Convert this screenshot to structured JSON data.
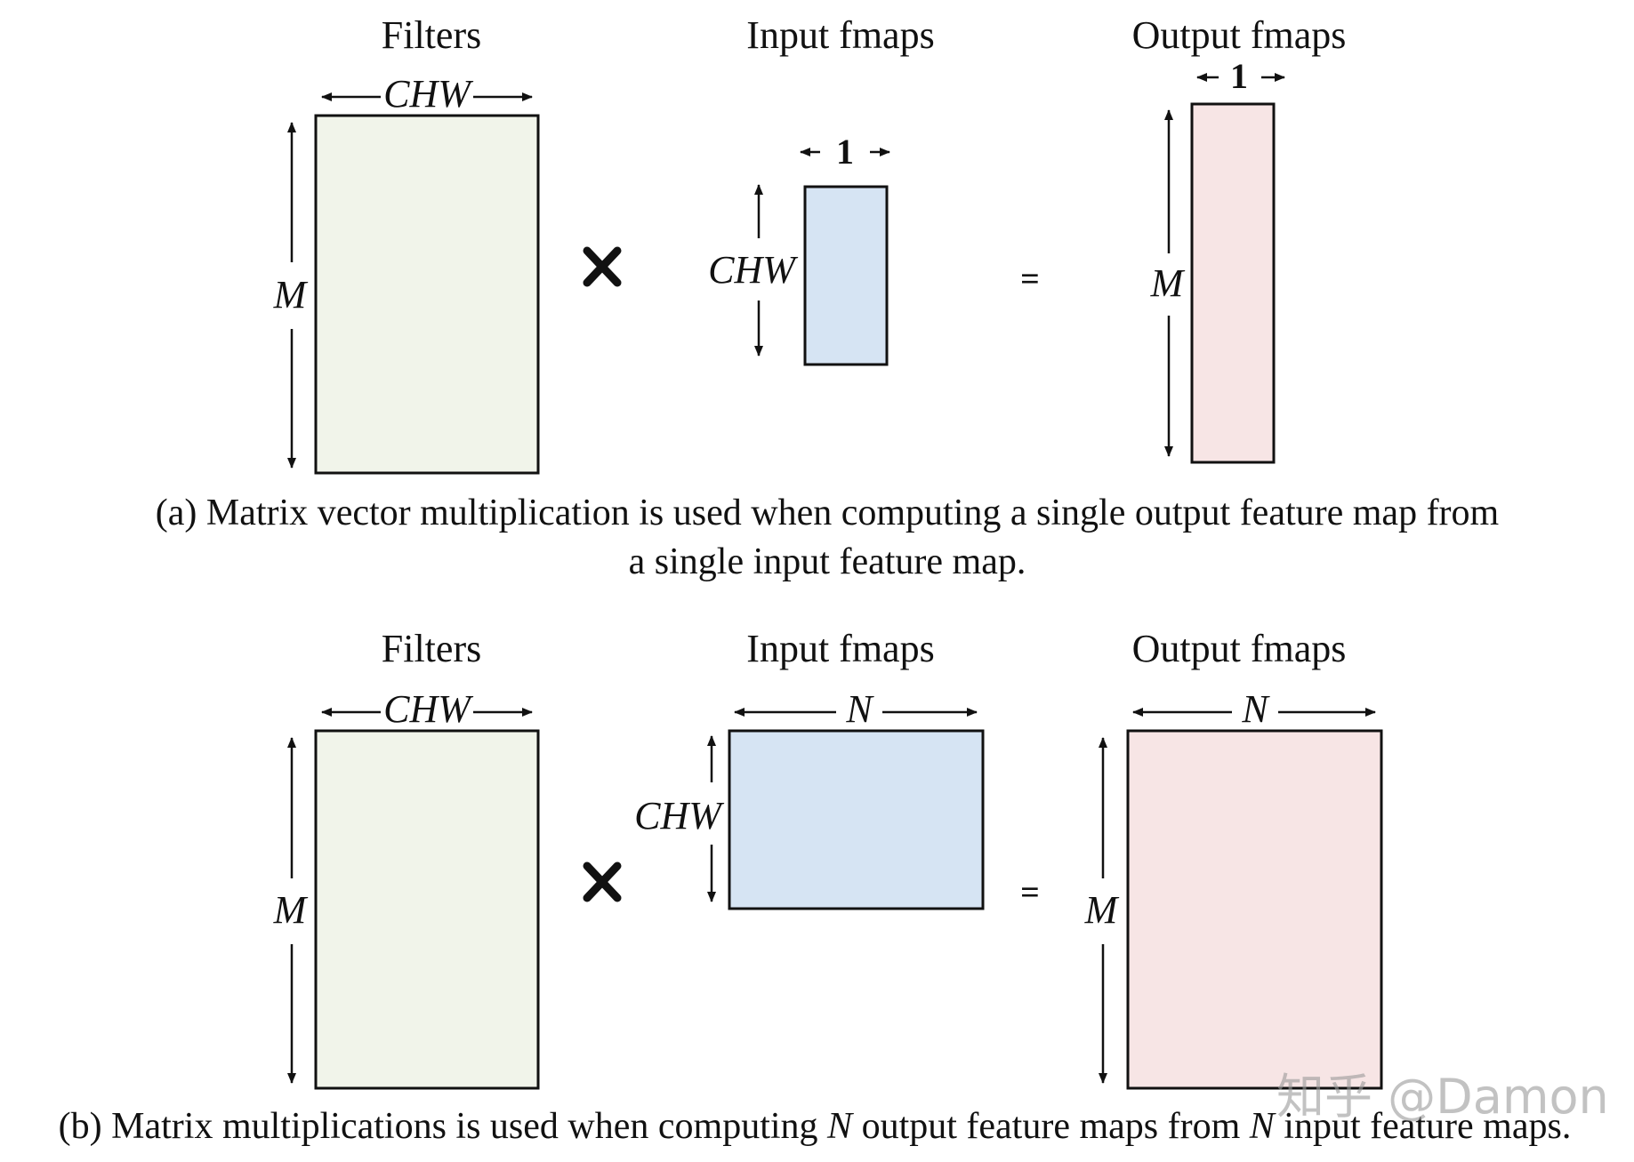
{
  "colors": {
    "filters_fill": "#f1f4ea",
    "input_fill": "#d6e4f3",
    "output_fill": "#f7e5e5",
    "stroke": "#111111"
  },
  "panel_a": {
    "filters_title": "Filters",
    "input_title": "Input fmaps",
    "output_title": "Output fmaps",
    "filters_width_label": "CHW",
    "filters_height_label": "M",
    "input_width_label": "1",
    "input_height_label": "CHW",
    "output_width_label": "1",
    "output_height_label": "M",
    "multiply_icon": "multiply-icon",
    "equals_sign": "=",
    "caption_line1": "(a) Matrix vector multiplication is used when computing a single output feature map from",
    "caption_line2": "a single input feature map."
  },
  "panel_b": {
    "filters_title": "Filters",
    "input_title": "Input fmaps",
    "output_title": "Output fmaps",
    "filters_width_label": "CHW",
    "filters_height_label": "M",
    "input_width_label": "N",
    "input_height_label": "CHW",
    "output_width_label": "N",
    "output_height_label": "M",
    "multiply_icon": "multiply-icon",
    "equals_sign": "=",
    "caption_prefix": "(b) Matrix multiplications is used when computing ",
    "caption_var1": "N",
    "caption_middle": " output feature maps from ",
    "caption_var2": "N",
    "caption_suffix": " input feature maps."
  },
  "watermark": "知乎 @Damon"
}
